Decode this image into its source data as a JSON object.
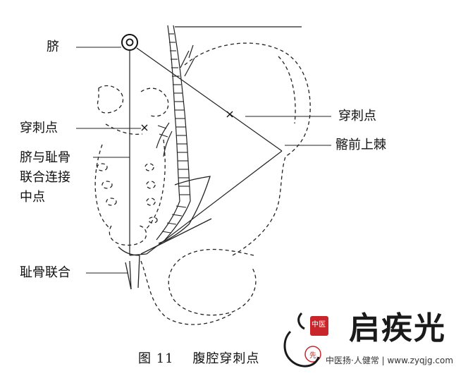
{
  "labels": {
    "umbilicus": "脐",
    "puncture_left": "穿刺点",
    "midpoint_line1": "脐与耻骨",
    "midpoint_line2": "联合连接",
    "midpoint_line3": "中点",
    "pubic_symphysis": "耻骨联合",
    "puncture_right": "穿刺点",
    "asis": "髂前上棘"
  },
  "caption": {
    "number": "图 11",
    "title": "腹腔穿刺点"
  },
  "watermark": {
    "seal_top": "中医",
    "seal_bottom": "先",
    "brand": "启疾光",
    "subtitle": "中医扬·人健常 | www.zyqjg.com",
    "seal_color": "#c8262b"
  }
}
